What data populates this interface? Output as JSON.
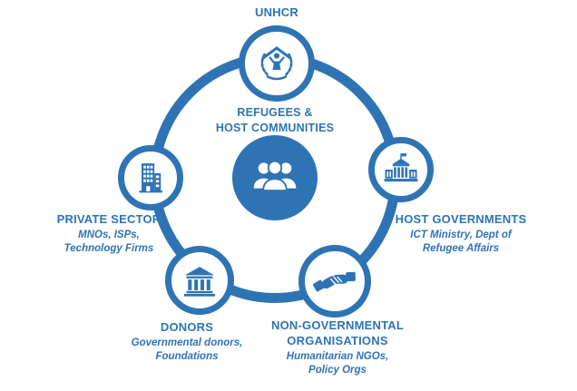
{
  "colors": {
    "primary": "#2E74B5",
    "background": "#FFFFFF"
  },
  "center": {
    "line1": "REFUGEES &",
    "line2": "HOST COMMUNITIES",
    "icon": "people-group-icon"
  },
  "nodes": {
    "unhcr": {
      "label": "UNHCR",
      "icon": "unhcr-emblem-icon"
    },
    "host_governments": {
      "label": "HOST GOVERNMENTS",
      "sub1": "ICT Ministry, Dept of",
      "sub2": "Refugee Affairs",
      "icon": "government-building-icon"
    },
    "ngo": {
      "label1": "NON-GOVERNMENTAL",
      "label2": "ORGANISATIONS",
      "sub1": "Humanitarian NGOs,",
      "sub2": "Policy Orgs",
      "icon": "handshake-icon"
    },
    "donors": {
      "label": "DONORS",
      "sub1": "Governmental donors,",
      "sub2": "Foundations",
      "icon": "bank-icon"
    },
    "private_sector": {
      "label": "PRIVATE SECTOR",
      "sub1": "MNOs, ISPs,",
      "sub2": "Technology Firms",
      "icon": "office-building-icon"
    }
  }
}
